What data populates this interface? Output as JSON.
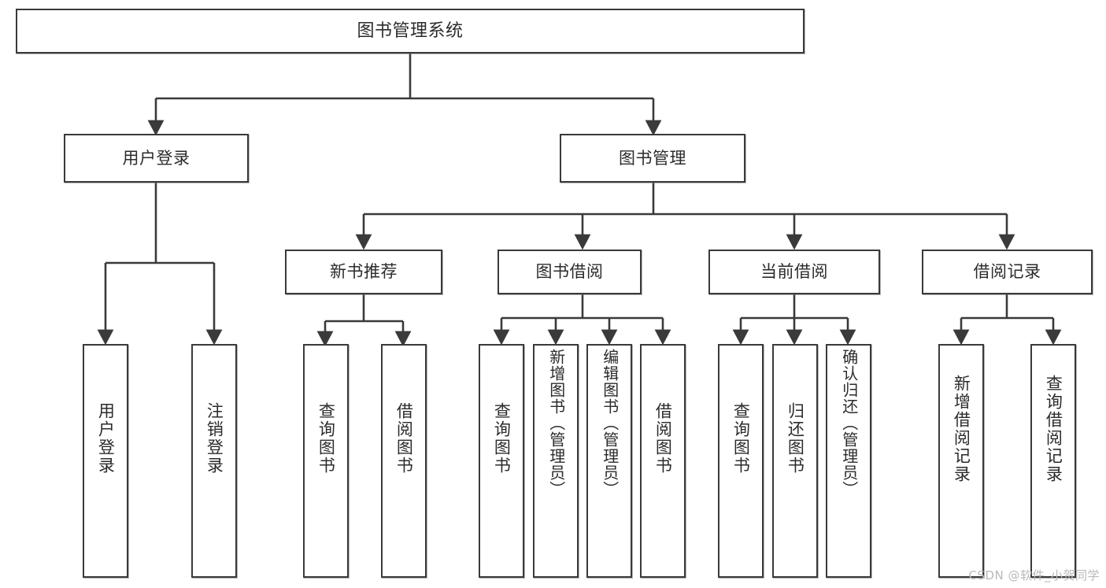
{
  "diagram": {
    "title": "图书管理系统",
    "type": "tree-hierarchy-diagram",
    "watermark": "CSDN @软件_小贺同学",
    "style": {
      "box_fill": "#ffffff",
      "box_border": "#3a3a3a",
      "connector": "#3a3a3a",
      "text": "#2b2b2b",
      "background": "#ffffff"
    },
    "levels": {
      "root": "图书管理系统",
      "level2": [
        "用户登录",
        "图书管理"
      ],
      "level3": [
        "新书推荐",
        "图书借阅",
        "当前借阅",
        "借阅记录"
      ]
    },
    "nodes": {
      "root": {
        "label": "图书管理系统"
      },
      "user_login": {
        "label": "用户登录"
      },
      "book_manage": {
        "label": "图书管理"
      },
      "new_book_rec": {
        "label": "新书推荐"
      },
      "book_borrow": {
        "label": "图书借阅"
      },
      "current_borrow": {
        "label": "当前借阅"
      },
      "borrow_record": {
        "label": "借阅记录"
      },
      "leaf_user_login": {
        "label": "用户登录"
      },
      "leaf_logout": {
        "label": "注销登录"
      },
      "leaf_query_book_1": {
        "label": "查询图书"
      },
      "leaf_borrow_book_1": {
        "label": "借阅图书"
      },
      "leaf_query_book_2": {
        "label": "查询图书"
      },
      "leaf_add_book": {
        "label": "新增图书（管理员）"
      },
      "leaf_edit_book": {
        "label": "编辑图书（管理员）"
      },
      "leaf_borrow_book_2": {
        "label": "借阅图书"
      },
      "leaf_query_book_3": {
        "label": "查询图书"
      },
      "leaf_return_book": {
        "label": "归还图书"
      },
      "leaf_confirm_return": {
        "label": "确认归还（管理员）"
      },
      "leaf_add_record": {
        "label": "新增借阅记录"
      },
      "leaf_query_record": {
        "label": "查询借阅记录"
      }
    },
    "edges": [
      {
        "from": "root",
        "to": "user_login"
      },
      {
        "from": "root",
        "to": "book_manage"
      },
      {
        "from": "user_login",
        "to": "leaf_user_login"
      },
      {
        "from": "user_login",
        "to": "leaf_logout"
      },
      {
        "from": "book_manage",
        "to": "new_book_rec"
      },
      {
        "from": "book_manage",
        "to": "book_borrow"
      },
      {
        "from": "book_manage",
        "to": "current_borrow"
      },
      {
        "from": "book_manage",
        "to": "borrow_record"
      },
      {
        "from": "new_book_rec",
        "to": "leaf_query_book_1"
      },
      {
        "from": "new_book_rec",
        "to": "leaf_borrow_book_1"
      },
      {
        "from": "book_borrow",
        "to": "leaf_query_book_2"
      },
      {
        "from": "book_borrow",
        "to": "leaf_add_book"
      },
      {
        "from": "book_borrow",
        "to": "leaf_edit_book"
      },
      {
        "from": "book_borrow",
        "to": "leaf_borrow_book_2"
      },
      {
        "from": "current_borrow",
        "to": "leaf_query_book_3"
      },
      {
        "from": "current_borrow",
        "to": "leaf_return_book"
      },
      {
        "from": "current_borrow",
        "to": "leaf_confirm_return"
      },
      {
        "from": "borrow_record",
        "to": "leaf_add_record"
      },
      {
        "from": "borrow_record",
        "to": "leaf_query_record"
      }
    ]
  }
}
